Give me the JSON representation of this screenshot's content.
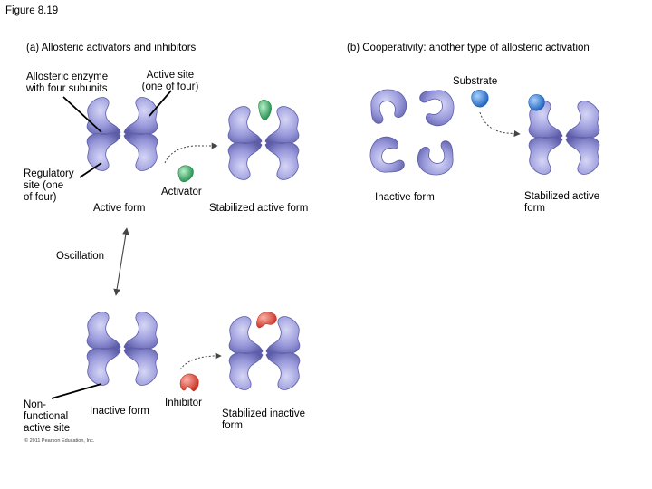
{
  "figure_label": "Figure 8.19",
  "panel_a": {
    "title": "(a) Allosteric activators and inhibitors",
    "enzyme_label": [
      "Allosteric enzyme",
      "with four subunits"
    ],
    "active_site_label": [
      "Active site",
      "(one of four)"
    ],
    "regulatory_site_label": [
      "Regulatory",
      "site (one",
      "of four)"
    ],
    "active_form": "Active form",
    "activator": "Activator",
    "stabilized_active": "Stabilized active form",
    "oscillation": "Oscillation",
    "nonfunctional_label": [
      "Non-",
      "functional",
      "active site"
    ],
    "inactive_form": "Inactive form",
    "inhibitor": "Inhibitor",
    "stabilized_inactive": [
      "Stabilized inactive",
      "form"
    ]
  },
  "panel_b": {
    "title": "(b) Cooperativity: another type of allosteric activation",
    "substrate": "Substrate",
    "inactive_form": "Inactive form",
    "stabilized_active": [
      "Stabilized active",
      "form"
    ]
  },
  "copyright": "© 2011 Pearson Education, Inc.",
  "colors": {
    "enzyme": "#8f8fd6",
    "enzyme_dark": "#5c5ca8",
    "activator": "#3cb371",
    "inhibitor": "#e8483a",
    "substrate": "#2f7fd8"
  }
}
